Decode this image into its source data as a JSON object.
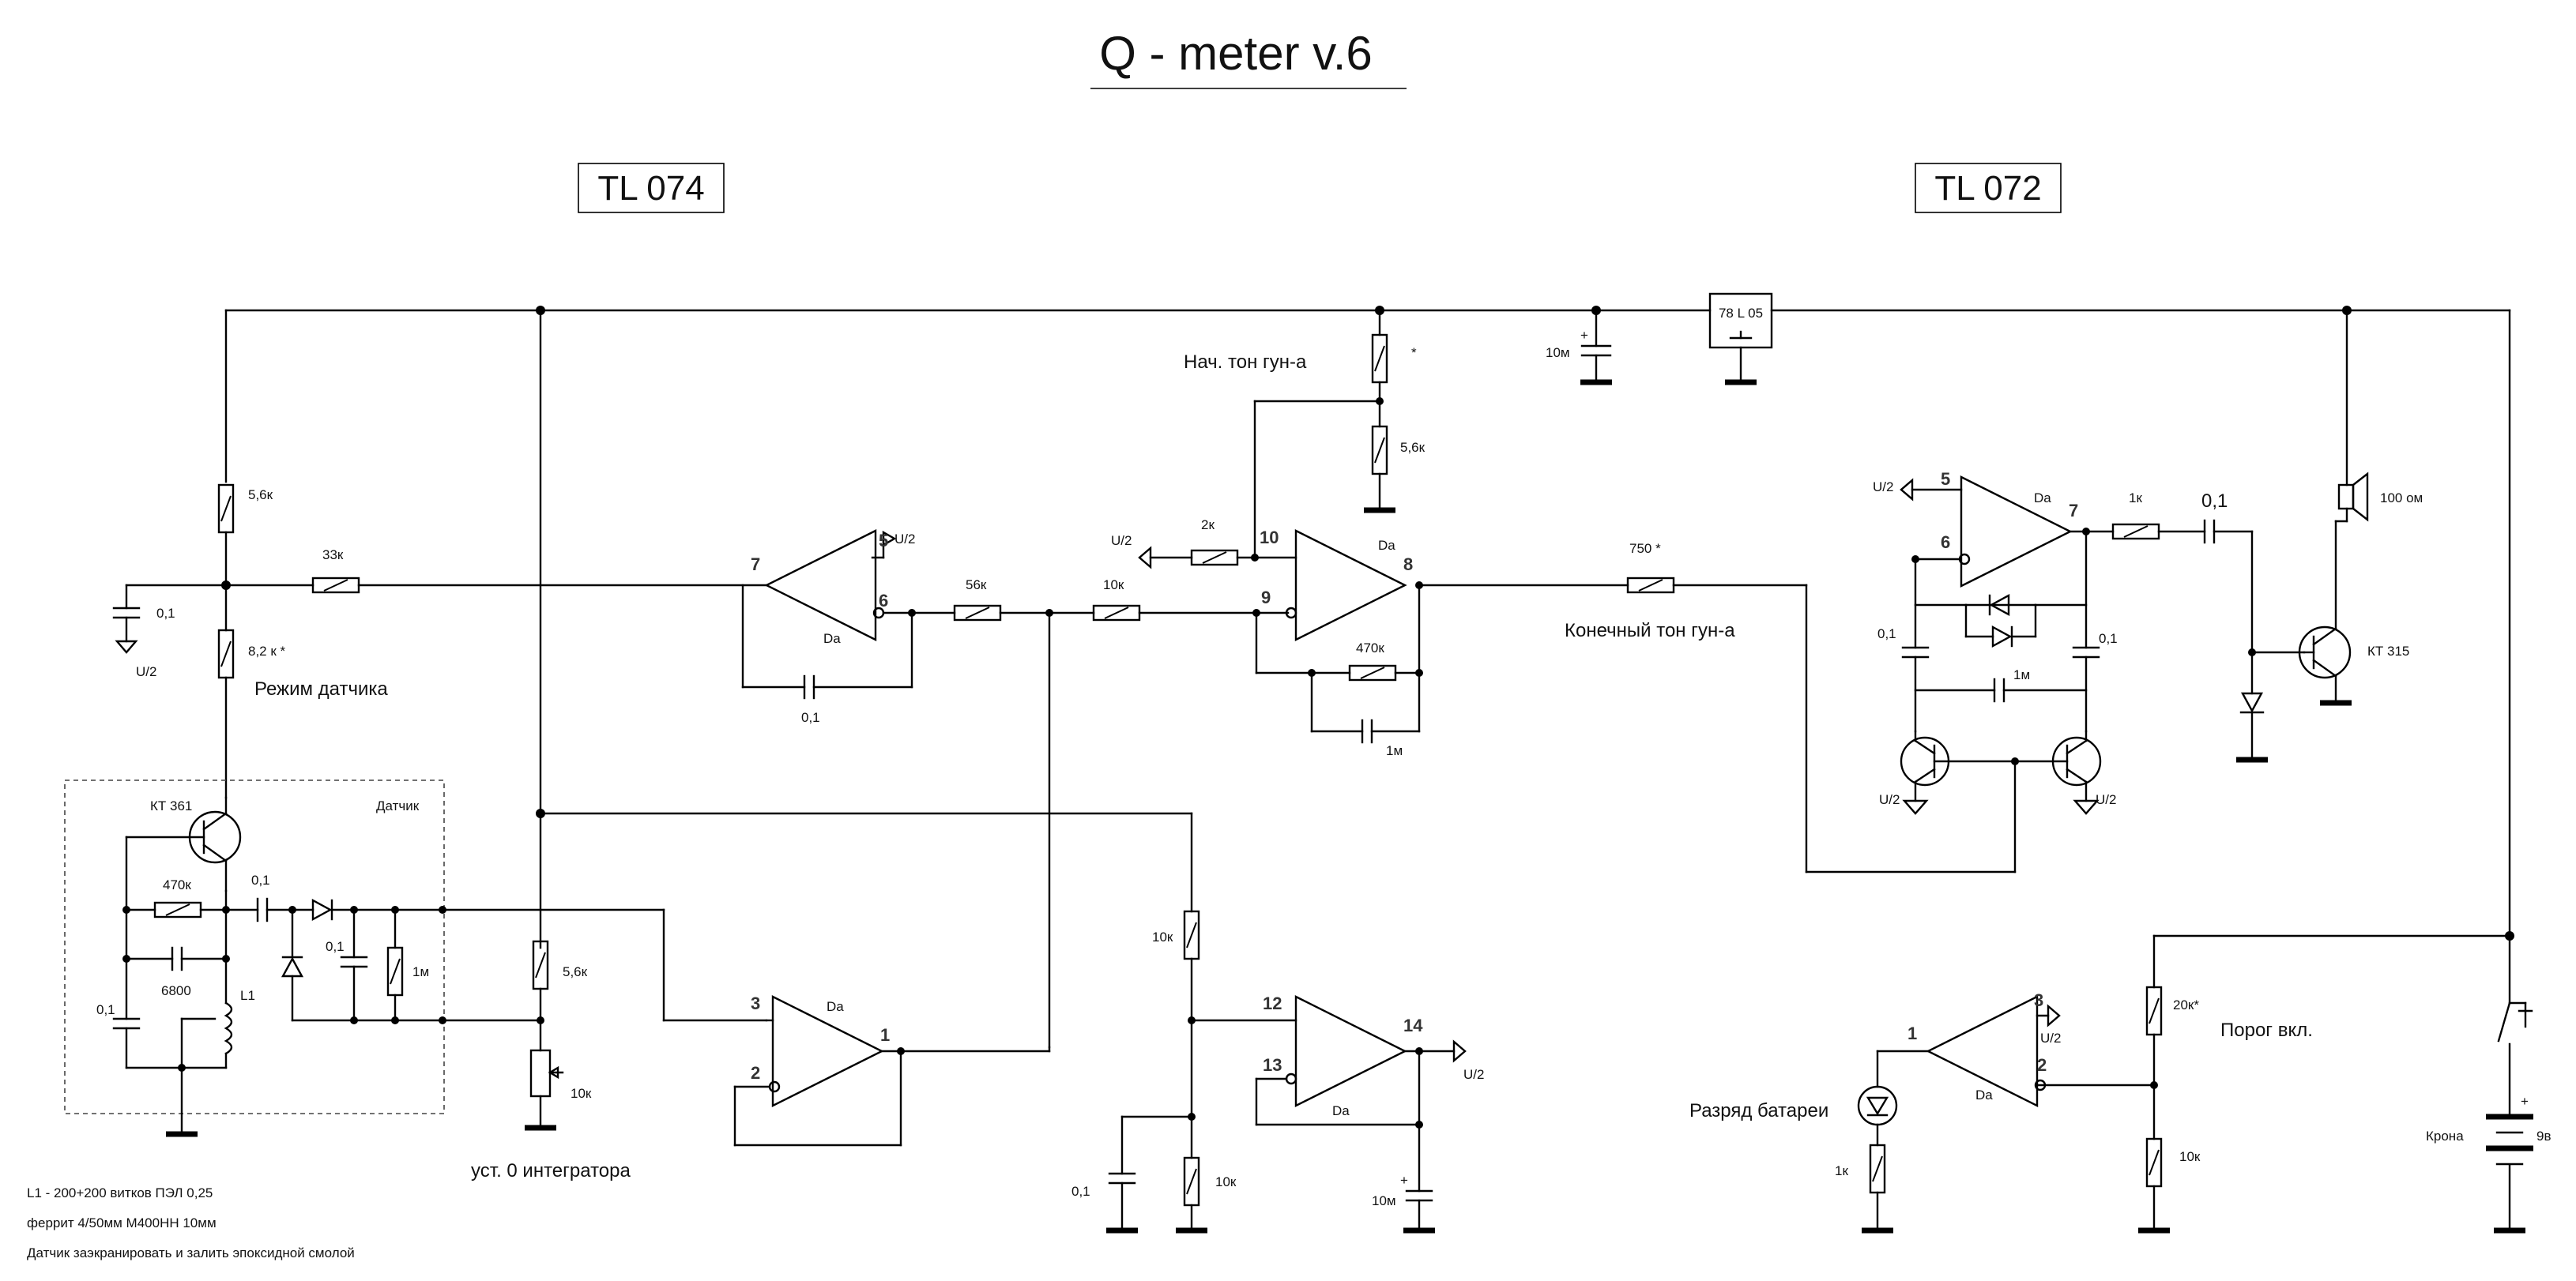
{
  "title": "Q - meter v.6",
  "chips": {
    "left": "TL 074",
    "right": "TL 072"
  },
  "regulator": "78 L 05",
  "labels": {
    "r_top_left": "5,6к",
    "c_left": "0,1",
    "u2_left": "U/2",
    "r33": "33к",
    "r82": "8,2 к *",
    "mode": "Режим датчика",
    "kt361": "КТ 361",
    "sensor": "Датчик",
    "r470_s": "470к",
    "c01_s": "0,1",
    "c6800": "6800",
    "c01_l": "0,1",
    "l1": "L1",
    "c01_d": "0,1",
    "r1m_s": "1м",
    "r56_b": "5,6к",
    "r10_pot": "10к",
    "set0": "уст. 0 интегратора",
    "note1": "L1 - 200+200 витков   ПЭЛ 0,25",
    "note2": "феррит 4/50мм    М400НН 10мм",
    "note3": "Датчик заэкранировать  и залить эпоксидной смолой",
    "da": "Da",
    "u2": "U/2",
    "c01_int": "0,1",
    "r56k": "56к",
    "r10k": "10к",
    "r2k": "2к",
    "star": "*",
    "r56_top": "5,6к",
    "start_tone": "Нач. тон гун-а",
    "r470_f": "470к",
    "c1m_f": "1м",
    "r750": "750 *",
    "end_tone": "Конечный тон гун-а",
    "c10m_top": "10м",
    "r10_div": "10к",
    "r10_div2": "10к",
    "c01_bot": "0,1",
    "c10m_bot": "10м",
    "r1k": "1к",
    "c01_out": "0,1",
    "spk": "100 ом",
    "kt315": "КТ 315",
    "c01_osc_l": "0,1",
    "c01_osc_r": "0,1",
    "c1m_osc": "1м",
    "r20": "20к*",
    "threshold": "Порог вкл.",
    "r10_thr": "10к",
    "battery_low": "Разряд батареи",
    "r1k_led": "1к",
    "krona": "Крона",
    "v9": "9в",
    "plus": "+"
  },
  "pins": {
    "p7": "7",
    "p5": "5",
    "p6": "6",
    "p10": "10",
    "p9": "9",
    "p8": "8",
    "p3": "3",
    "p2": "2",
    "p1": "1",
    "p12": "12",
    "p13": "13",
    "p14": "14",
    "q5": "5",
    "q6": "6",
    "q7": "7",
    "q1": "1",
    "q3": "3",
    "q2": "2"
  }
}
